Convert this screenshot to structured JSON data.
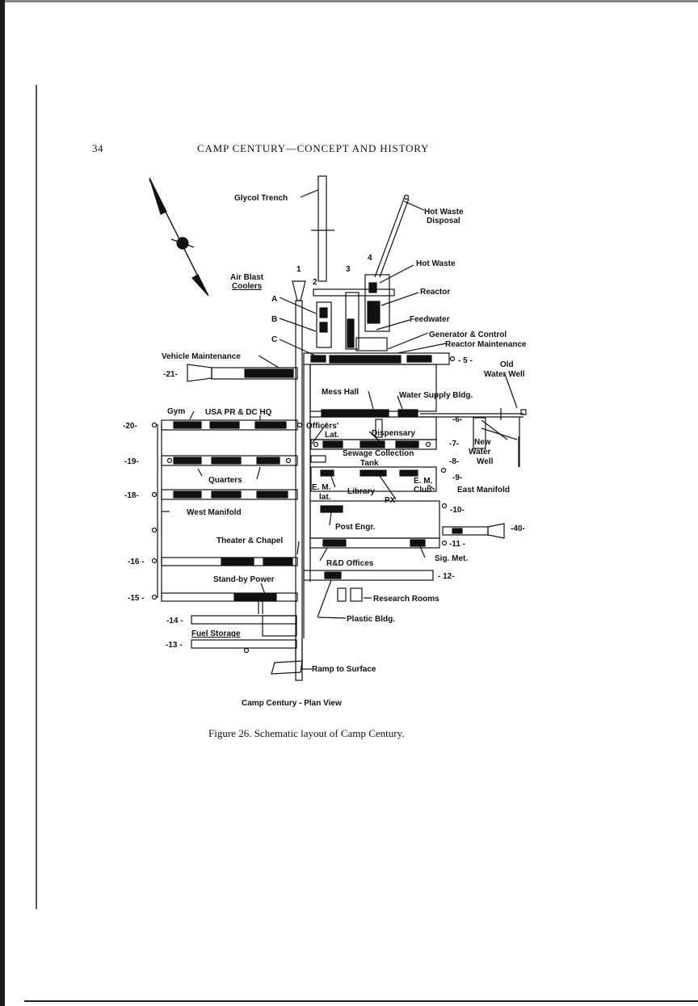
{
  "header": {
    "page_number": "34",
    "running_head": "CAMP CENTURY—CONCEPT AND HISTORY"
  },
  "figure": {
    "title": "Camp Century - Plan View",
    "caption": "Figure 26.  Schematic layout of Camp Century.",
    "labels": {
      "glycol_trench": "Glycol Trench",
      "hot_waste_disposal_1": "Hot Waste",
      "hot_waste_disposal_2": "Disposal",
      "hot_waste": "Hot Waste",
      "reactor": "Reactor",
      "feedwater": "Feedwater",
      "generator_control": "Generator & Control",
      "reactor_maintenance": "Reactor Maintenance",
      "air_blast_1": "Air Blast",
      "air_blast_2": "Coolers",
      "cooler_a": "A",
      "cooler_b": "B",
      "cooler_c": "C",
      "vehicle_maintenance": "Vehicle Maintenance",
      "old_water_well_1": "Old",
      "old_water_well_2": "Water Well",
      "mess_hall": "Mess Hall",
      "water_supply": "Water Supply Bldg.",
      "gym": "Gym",
      "usa_pr": "USA PR & DC HQ",
      "officers_lat_1": "Officers'",
      "officers_lat_2": "Lat.",
      "dispensary": "Dispensary",
      "new_water_well_1": "New",
      "new_water_well_2": "Water",
      "new_water_well_3": "Well",
      "sewage_1": "Sewage Collection",
      "sewage_2": "Tank",
      "quarters": "Quarters",
      "em_lat_1": "E. M.",
      "em_lat_2": "lat.",
      "library": "Library",
      "px": "PX",
      "em_club_1": "E. M.",
      "em_club_2": "Club",
      "east_manifold": "East Manifold",
      "west_manifold": "West Manifold",
      "post_engr": "Post Engr.",
      "theater_chapel": "Theater & Chapel",
      "sig_met": "Sig. Met.",
      "rd_offices": "R&D Offices",
      "standby_power": "Stand-by Power",
      "research_rooms": "Research Rooms",
      "plastic_bldg": "Plastic Bldg.",
      "fuel_storage": "Fuel Storage",
      "ramp": "Ramp to Surface"
    },
    "trench_numbers": {
      "t1": "1",
      "t2": "2",
      "t3": "3",
      "t4": "4",
      "t5": "- 5 -",
      "t6": "-6-",
      "t7": "-7-",
      "t8": "-8-",
      "t9": "-9-",
      "t10": "-10-",
      "t11": "-11 -",
      "t12": "- 12-",
      "t13": "-13 -",
      "t14": "-14 -",
      "t15": "-15 -",
      "t16": "-16 -",
      "t18": "-18-",
      "t19": "-19-",
      "t20": "-20-",
      "t21": "-21-",
      "t40": "-40-"
    }
  }
}
